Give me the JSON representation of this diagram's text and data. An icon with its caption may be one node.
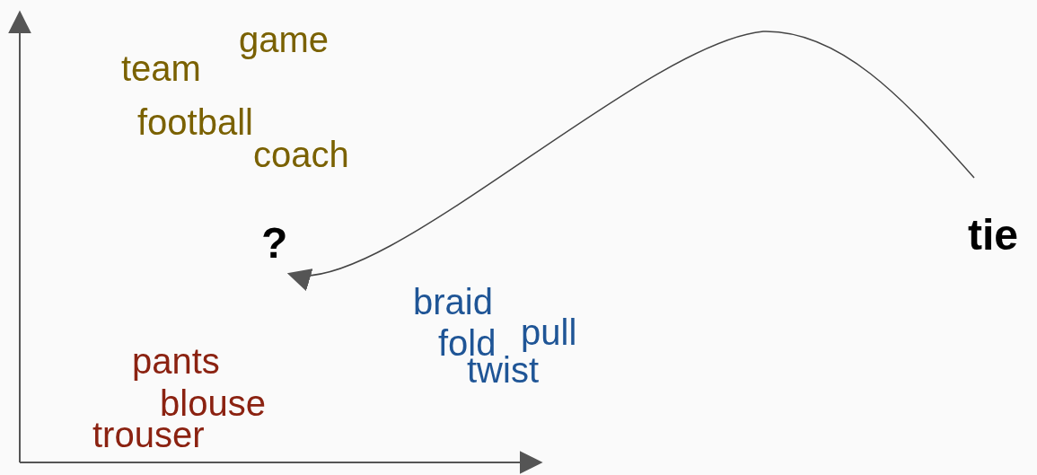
{
  "diagram": {
    "nodes": [
      {
        "text": [
          "?"
        ]
      },
      {
        "text": [
          "tie"
        ]
      }
    ],
    "edges": [
      {
        "from": 1,
        "to": 0,
        "arrow": "to"
      }
    ],
    "labels": [
      "game",
      "team",
      "football",
      "coach",
      "braid",
      "pull",
      "fold",
      "pants",
      "twist",
      "blouse",
      "trouser"
    ]
  }
}
